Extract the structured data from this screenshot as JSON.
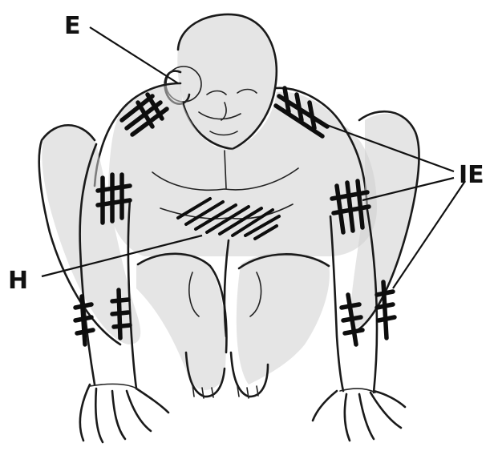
{
  "figure": {
    "description_labels": [
      {
        "id": "E",
        "text": "E"
      },
      {
        "id": "IE",
        "text": "IE"
      },
      {
        "id": "H",
        "text": "H"
      }
    ],
    "ink_color": "#111111",
    "background_color": "#ffffff"
  }
}
